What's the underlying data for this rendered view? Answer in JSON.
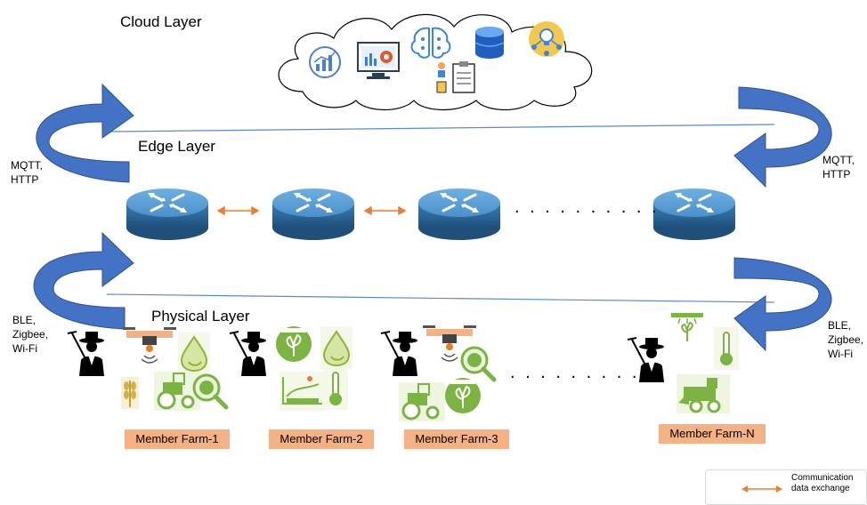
{
  "layers": {
    "cloud": "Cloud Layer",
    "edge": "Edge Layer",
    "physical": "Physical Layer"
  },
  "protocols": {
    "upper_left": [
      "MQTT,",
      "HTTP"
    ],
    "upper_right": [
      "MQTT,",
      "HTTP"
    ],
    "lower_left": [
      "BLE,",
      "Zigbee,",
      "Wi-Fi"
    ],
    "lower_right": [
      "BLE,",
      "Zigbee,",
      "Wi-Fi"
    ]
  },
  "farms": [
    "Member Farm-1",
    "Member Farm-2",
    "Member Farm-3",
    "Member Farm-N"
  ],
  "legend": {
    "line1": "Communication",
    "line2": "data exchange"
  },
  "cloud_icons": [
    "analytics-chart-icon",
    "dashboard-settings-icon",
    "ai-brain-icon",
    "database-icon",
    "idea-network-icon",
    "report-clipboard-icon"
  ],
  "colors": {
    "arrow_blue": "#4472c4",
    "router_blue": "#3a7fb8",
    "farm_box": "#f4b183",
    "exchange_arrow": "#ed7d31",
    "agri_green": "#7cb342"
  }
}
